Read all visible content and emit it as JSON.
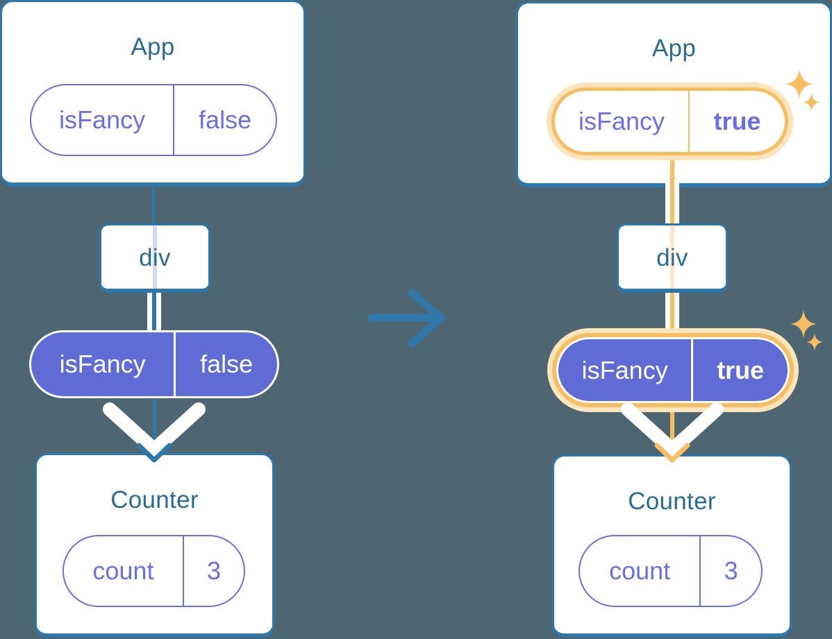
{
  "colors": {
    "background": "#4d6671",
    "blue": "#2e77a8",
    "title-text": "#2c6c94",
    "purple": "#6a6fe2",
    "purple-fill": "#5f6cd6",
    "orange": "#f6bd62",
    "orange-glow": "#fce4bd",
    "faded-blue": "#d0dcf0",
    "faded-orange": "#fbe7cb",
    "white": "#ffffff"
  },
  "panels": {
    "before": {
      "app": {
        "title": "App",
        "prop_name": "isFancy",
        "prop_value": "false"
      },
      "div_label": "div",
      "context": {
        "name": "isFancy",
        "value": "false"
      },
      "counter": {
        "title": "Counter",
        "state_name": "count",
        "state_value": "3"
      }
    },
    "after": {
      "app": {
        "title": "App",
        "prop_name": "isFancy",
        "prop_value": "true"
      },
      "div_label": "div",
      "context": {
        "name": "isFancy",
        "value": "true"
      },
      "counter": {
        "title": "Counter",
        "state_name": "count",
        "state_value": "3"
      }
    }
  }
}
